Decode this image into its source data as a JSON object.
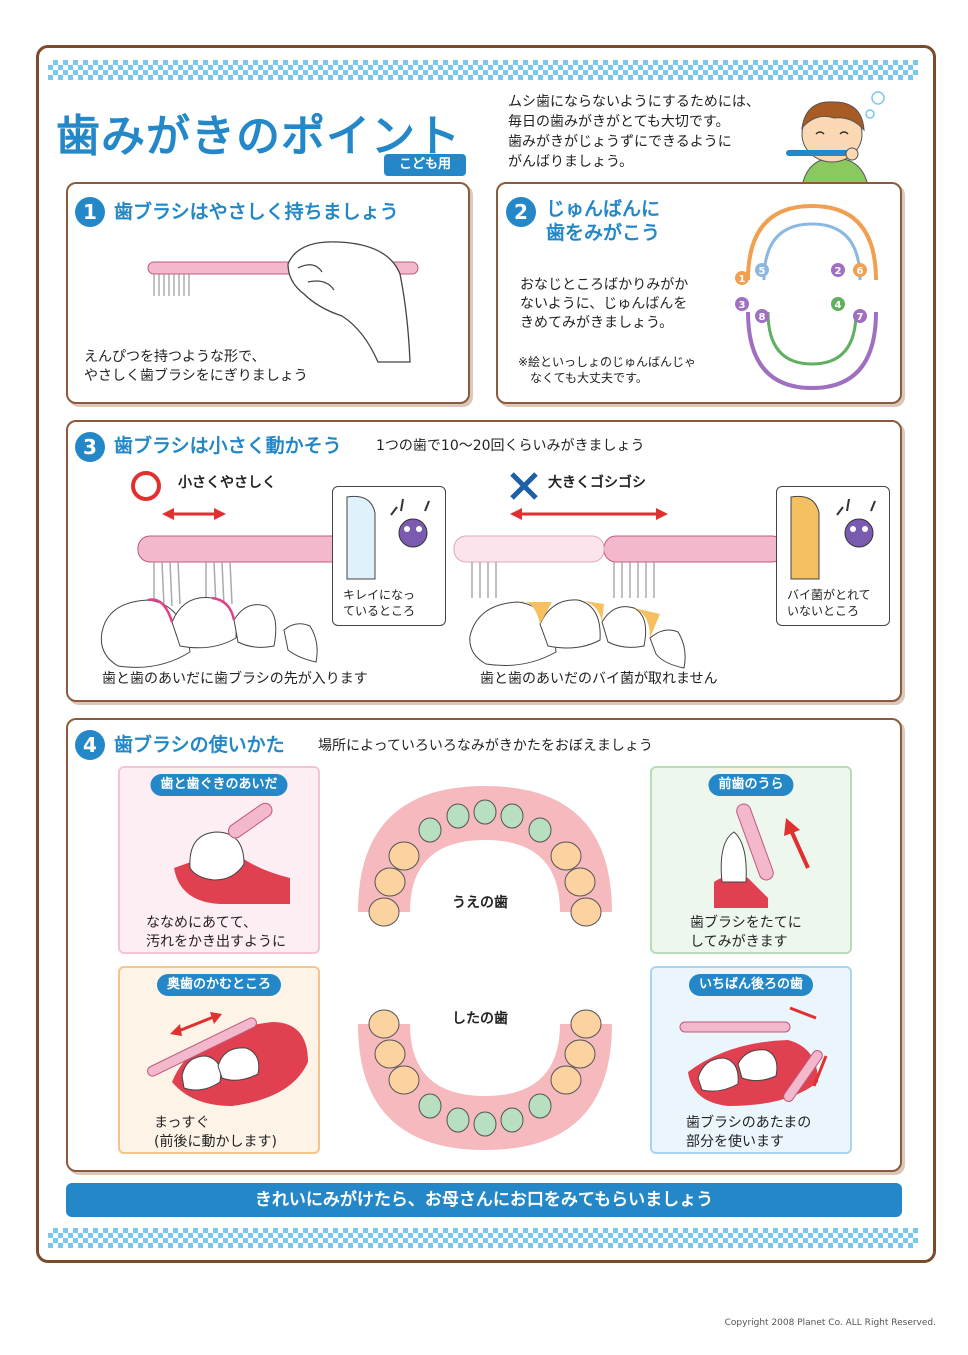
{
  "header": {
    "title": "歯みがきのポイント",
    "badge": "こども用",
    "intro": [
      "ムシ歯にならないようにするためには、",
      "毎日の歯みがきがとても大切です。",
      "歯みがきがじょうずにできるように",
      "がんばりましょう。"
    ]
  },
  "section1": {
    "num": "1",
    "title": "歯ブラシはやさしく持ちましょう",
    "desc": [
      "えんぴつを持つような形で、",
      "やさしく歯ブラシをにぎりましょう"
    ]
  },
  "section2": {
    "num": "2",
    "title": [
      "じゅんばんに",
      "歯をみがこう"
    ],
    "desc": [
      "おなじところばかりみがか",
      "ないように、じゅんばんを",
      "きめてみがきましょう。"
    ],
    "note": [
      "※絵といっしょのじゅんばんじゃ",
      "なくても大丈夫です。"
    ],
    "order_numbers": [
      "1",
      "2",
      "3",
      "4",
      "5",
      "6",
      "7",
      "8"
    ]
  },
  "section3": {
    "num": "3",
    "title": "歯ブラシは小さく動かそう",
    "subtitle": "1つの歯で10〜20回くらいみがきましょう",
    "good_label": "小さくやさしく",
    "bad_label": "大きくゴシゴシ",
    "good_bubble": [
      "キレイになっ",
      "ているところ"
    ],
    "bad_bubble": [
      "バイ菌がとれて",
      "いないところ"
    ],
    "good_caption": "歯と歯のあいだに歯ブラシの先が入ります",
    "bad_caption": "歯と歯のあいだのバイ菌が取れません"
  },
  "section4": {
    "num": "4",
    "title": "歯ブラシの使いかた",
    "subtitle": "場所によっていろいろなみがきかたをおぼえましょう",
    "upper_label": "うえの歯",
    "lower_label": "したの歯",
    "cards": {
      "gum": {
        "label": "歯と歯ぐきのあいだ",
        "desc": [
          "ななめにあてて、",
          "汚れをかき出すように"
        ]
      },
      "front": {
        "label": "前歯のうら",
        "desc": [
          "歯ブラシをたてに",
          "してみがきます"
        ]
      },
      "molar": {
        "label": "奥歯のかむところ",
        "desc": [
          "まっすぐ",
          "(前後に動かします)"
        ]
      },
      "back": {
        "label": "いちばん後ろの歯",
        "desc": [
          "歯ブラシのあたまの",
          "部分を使います"
        ]
      }
    }
  },
  "footer": {
    "message": "きれいにみがけたら、お母さんにお口をみてもらいましょう",
    "copyright": "Copyright 2008 Planet Co. ALL Right Reserved."
  },
  "colors": {
    "accent": "#2488c8",
    "frame": "#7a4a2a",
    "checker": "#7cc8ec",
    "brush_pink": "#f4b8cc",
    "gum_red": "#f6b9bd"
  }
}
